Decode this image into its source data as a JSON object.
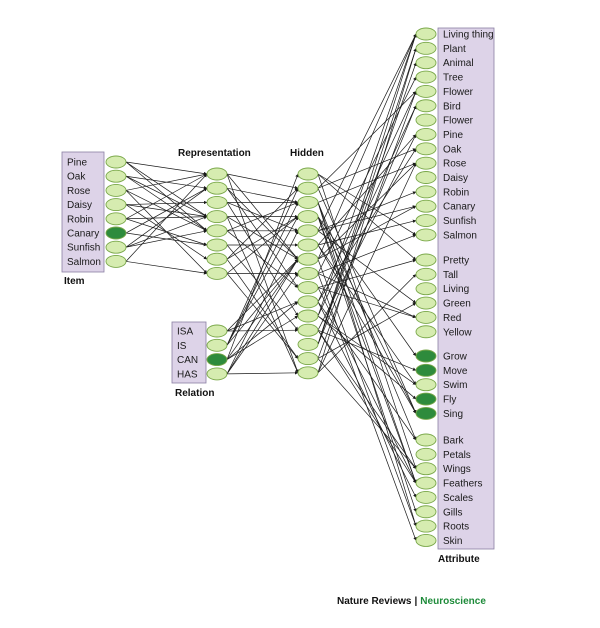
{
  "layers": {
    "item": {
      "title": "Item",
      "labels": [
        "Pine",
        "Oak",
        "Rose",
        "Daisy",
        "Robin",
        "Canary",
        "Sunfish",
        "Salmon"
      ],
      "active": [
        "Canary"
      ]
    },
    "relation": {
      "title": "Relation",
      "labels": [
        "ISA",
        "IS",
        "CAN",
        "HAS"
      ],
      "active": [
        "CAN"
      ]
    },
    "representation": {
      "title": "Representation",
      "units": 8
    },
    "hidden": {
      "title": "Hidden",
      "units": 15
    },
    "attribute": {
      "title": "Attribute",
      "groups": [
        [
          "Living thing",
          "Plant",
          "Animal",
          "Tree",
          "Flower",
          "Bird",
          "Flower",
          "Pine",
          "Oak",
          "Rose",
          "Daisy",
          "Robin",
          "Canary",
          "Sunfish",
          "Salmon"
        ],
        [
          "Pretty",
          "Tall",
          "Living",
          "Green",
          "Red",
          "Yellow"
        ],
        [
          "Grow",
          "Move",
          "Swim",
          "Fly",
          "Sing"
        ],
        [
          "Bark",
          "Petals",
          "Wings",
          "Feathers",
          "Scales",
          "Gills",
          "Roots",
          "Skin"
        ]
      ],
      "active": [
        "Grow",
        "Move",
        "Fly",
        "Sing"
      ]
    }
  },
  "credit": {
    "journal": "Nature Reviews",
    "separator": "|",
    "section": "Neuroscience"
  },
  "colors": {
    "unit_fill": "#d6ecb0",
    "unit_stroke": "#7aa84a",
    "unit_active": "#2e8b3c",
    "label_box": "#ddd3e8",
    "label_box_stroke": "#8b7fa3",
    "line": "#1a1a1a",
    "credit_section": "#1e8b3a"
  }
}
